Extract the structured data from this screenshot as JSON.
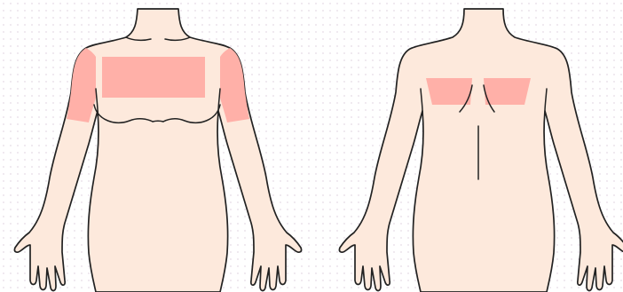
{
  "colors": {
    "skin": "#fde9dc",
    "zone": "#ffb0a8",
    "outline": "#222222",
    "dot": "#ece4ec"
  },
  "figures": [
    {
      "view": "front",
      "highlighted_zones": [
        "upper-chest",
        "left-shoulder-arm",
        "right-shoulder-arm"
      ]
    },
    {
      "view": "back",
      "highlighted_zones": [
        "upper-back-left",
        "upper-back-right"
      ]
    }
  ]
}
